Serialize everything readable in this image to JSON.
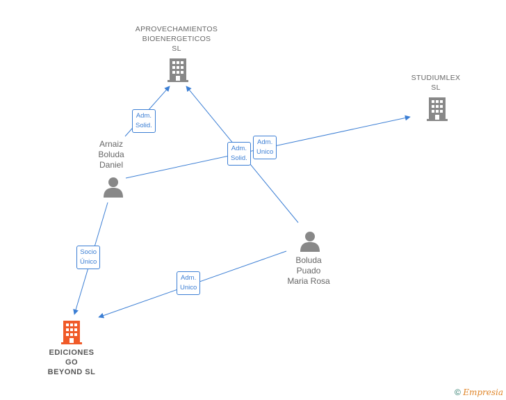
{
  "nodes": {
    "aprovechamientos": {
      "label": "APROVECHAMIENTOS\nBIOENERGETICOS\nSL",
      "icon": "building-icon",
      "color": "#888888"
    },
    "studiumlex": {
      "label": "STUDIUMLEX\nSL",
      "icon": "building-icon",
      "color": "#888888"
    },
    "arnaiz": {
      "label": "Arnaiz\nBoluda\nDaniel",
      "icon": "person-icon",
      "color": "#888888"
    },
    "boluda": {
      "label": "Boluda\nPuado\nMaria Rosa",
      "icon": "person-icon",
      "color": "#888888"
    },
    "ediciones": {
      "label": "EDICIONES\nGO\nBEYOND  SL",
      "icon": "building-icon",
      "color": "#f05a28"
    }
  },
  "edges": {
    "arnaiz_aprovechamientos": "Adm.\nSolid.",
    "boluda_aprovechamientos": "Adm.\nSolid.",
    "arnaiz_studiumlex": "Adm.\nUnico",
    "arnaiz_ediciones": "Socio\nÚnico",
    "boluda_ediciones": "Adm.\nUnico"
  },
  "edge_color": "#3b7ed4",
  "footer": {
    "copyright_symbol": "©",
    "brand": "Empresia"
  }
}
